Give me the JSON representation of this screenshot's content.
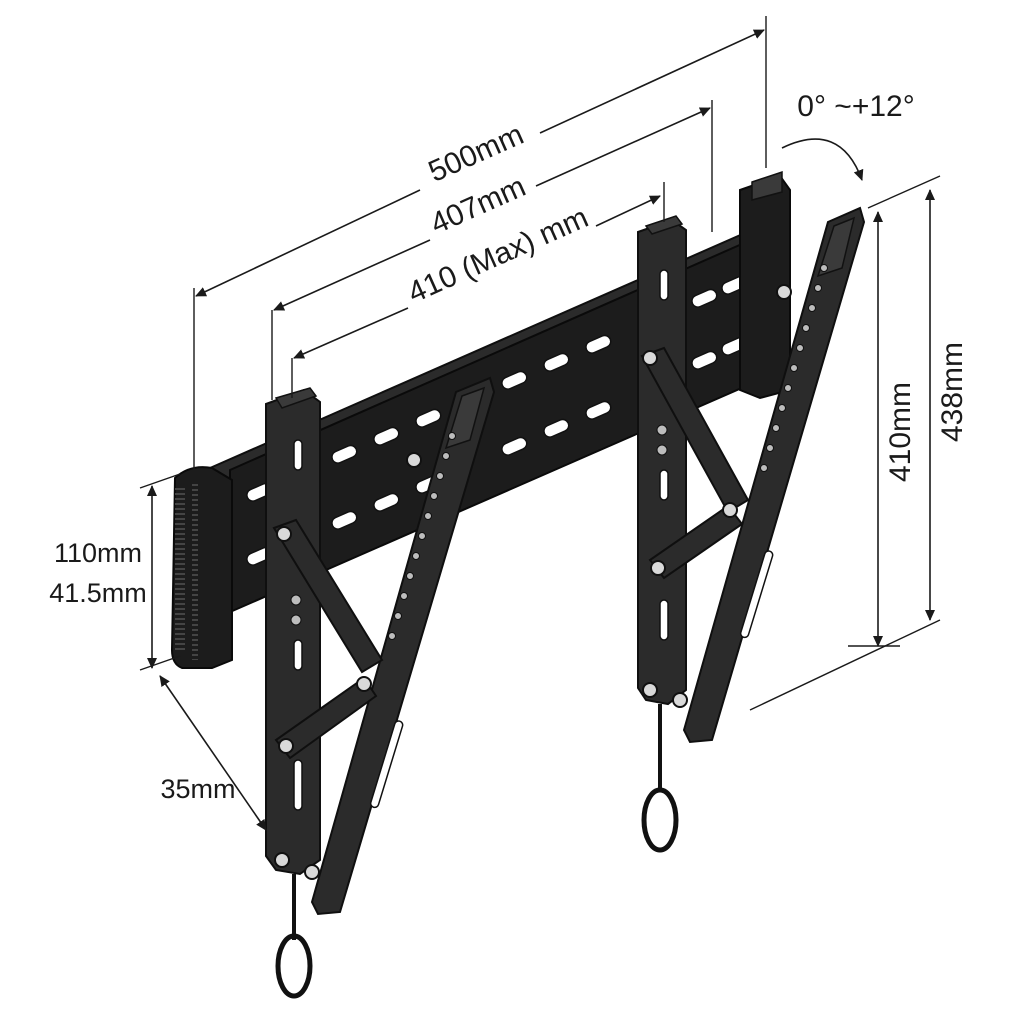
{
  "dimensions": {
    "width_total": "500mm",
    "width_mid": "407mm",
    "width_max": "410 (Max) mm",
    "tilt": "0° ~+12°",
    "height_inner": "410mm",
    "height_outer": "438mm",
    "depth_a": "110mm",
    "depth_b": "41.5mm",
    "offset": "35mm"
  }
}
